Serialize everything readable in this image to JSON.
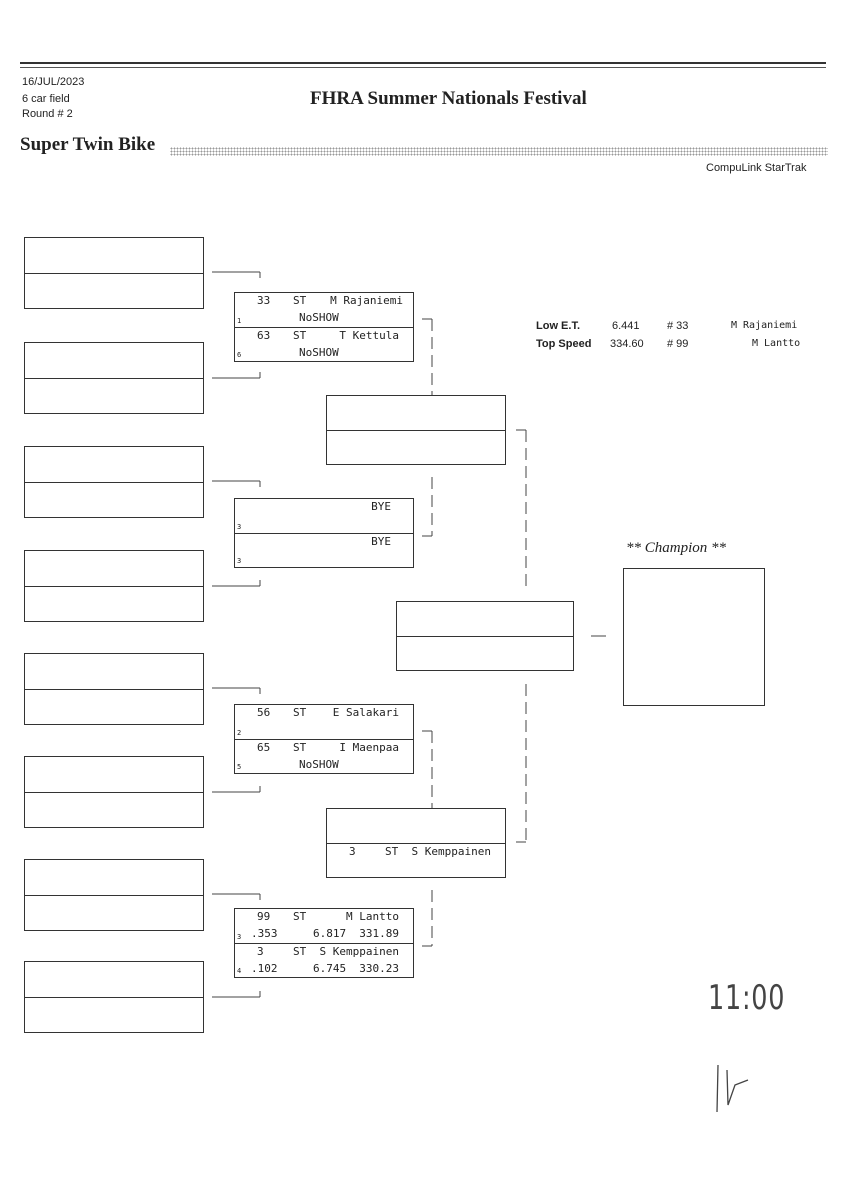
{
  "header": {
    "date": "16/JUL/2023",
    "field": "6 car field",
    "round": "Round # 2",
    "title": "FHRA Summer Nationals Festival",
    "class_name": "Super Twin Bike",
    "brand": "CompuLink StarTrak"
  },
  "stats": {
    "low_et_label": "Low  E.T.",
    "low_et_value": "6.441",
    "low_et_num": "# 33",
    "low_et_name": "M Rajaniemi",
    "top_speed_label": "Top Speed",
    "top_speed_value": "334.60",
    "top_speed_num": "# 99",
    "top_speed_name": "M Lantto"
  },
  "round2": [
    {
      "a": {
        "num": "33",
        "cls": "ST",
        "name": "M Rajaniemi",
        "seed": "1",
        "note": "NoSHOW"
      },
      "b": {
        "num": "63",
        "cls": "ST",
        "name": "T Kettula",
        "seed": "6",
        "note": "NoSHOW"
      }
    },
    {
      "a": {
        "name": "BYE",
        "seed": "3"
      },
      "b": {
        "name": "BYE",
        "seed": "3"
      }
    },
    {
      "a": {
        "num": "56",
        "cls": "ST",
        "name": "E Salakari",
        "seed": "2"
      },
      "b": {
        "num": "65",
        "cls": "ST",
        "name": "I Maenpaa",
        "seed": "5",
        "note": "NoSHOW"
      }
    },
    {
      "a": {
        "num": "99",
        "cls": "ST",
        "name": "M Lantto",
        "seed": "3",
        "rt": ".353",
        "et": "6.817",
        "mph": "331.89"
      },
      "b": {
        "num": "3",
        "cls": "ST",
        "name": "S Kemppainen",
        "seed": "4",
        "rt": ".102",
        "et": "6.745",
        "mph": "330.23"
      }
    }
  ],
  "round3": [
    {
      "b": {
        "num": "3",
        "cls": "ST",
        "name": "S Kemppainen"
      }
    }
  ],
  "champion_label": "** Champion **",
  "handwriting": "11:00"
}
